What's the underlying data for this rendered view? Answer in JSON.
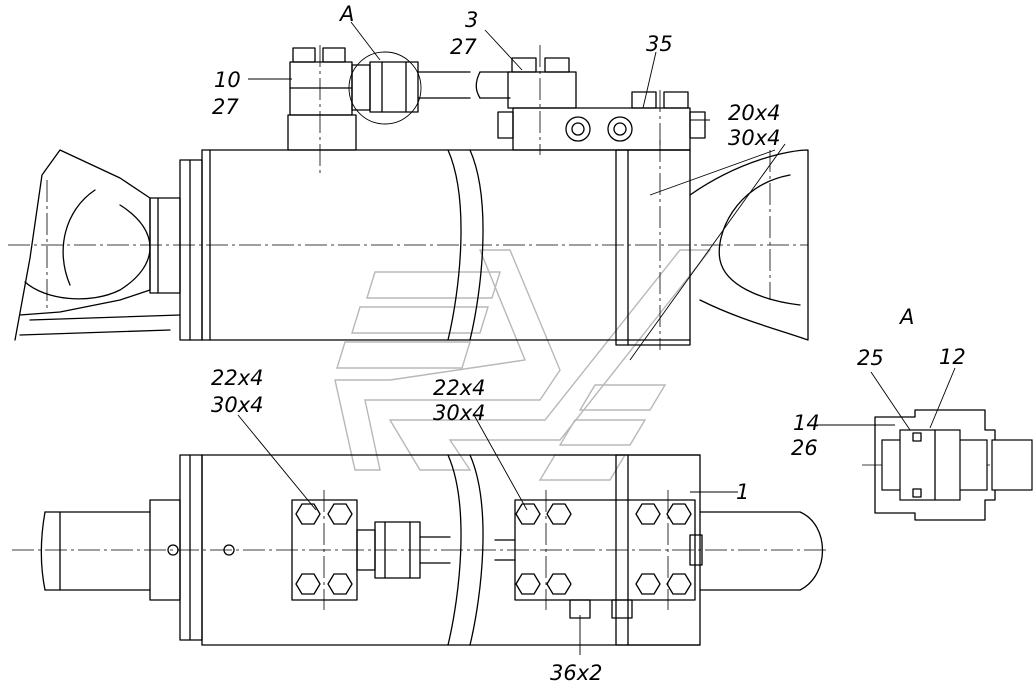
{
  "drawing": {
    "callouts": {
      "detail_ref": "A",
      "c1_top": "3",
      "c1_bot": "27",
      "c2_top": "10",
      "c2_bot": "27",
      "c3": "35",
      "c4": "20x4",
      "c5": "30x4",
      "c6_top": "22x4",
      "c6_bot": "30x4",
      "c7_top": "22x4",
      "c7_bot": "30x4",
      "c8": "1",
      "c9": "36x2"
    },
    "detail": {
      "title": "A",
      "c_25": "25",
      "c_12": "12",
      "c_14": "14",
      "c_26": "26"
    }
  }
}
